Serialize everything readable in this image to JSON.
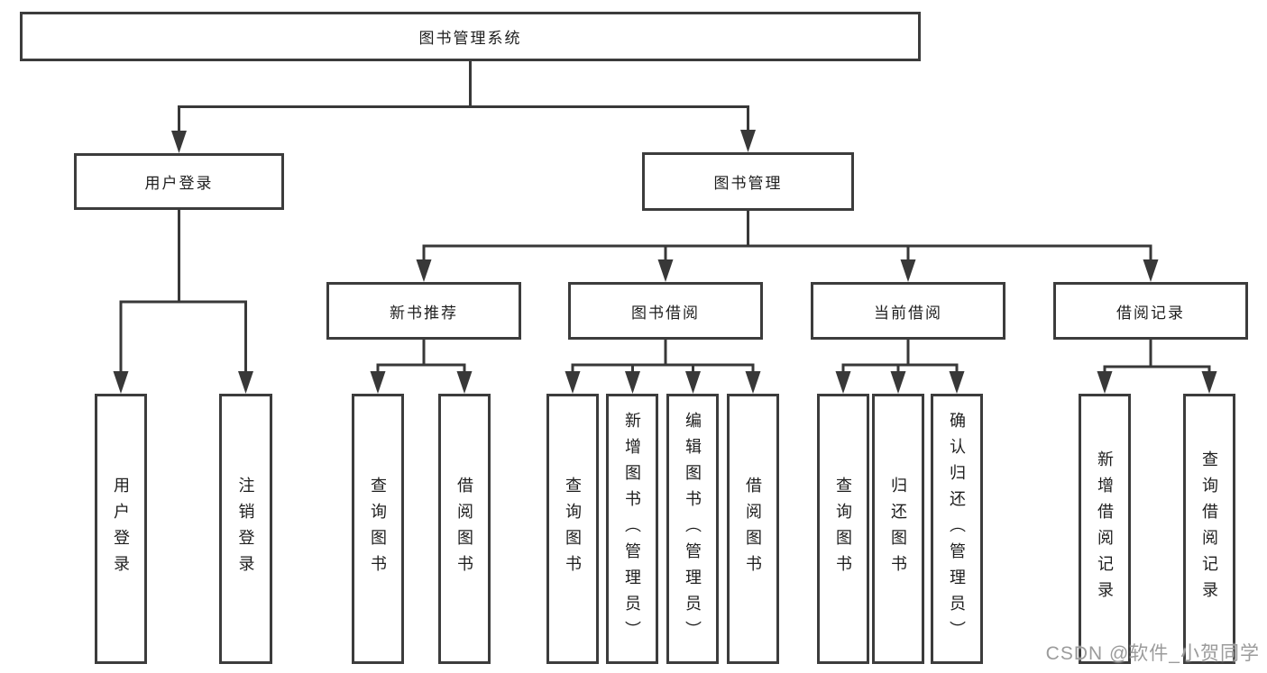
{
  "tree": {
    "root": {
      "label": "图书管理系统"
    },
    "branches": [
      {
        "label": "用户登录",
        "children": [
          {
            "label": "用户登录"
          },
          {
            "label": "注销登录"
          }
        ]
      },
      {
        "label": "图书管理",
        "children": [
          {
            "label": "新书推荐",
            "children": [
              {
                "label": "查询图书"
              },
              {
                "label": "借阅图书"
              }
            ]
          },
          {
            "label": "图书借阅",
            "children": [
              {
                "label": "查询图书"
              },
              {
                "label": "新增图书（管理员）"
              },
              {
                "label": "编辑图书（管理员）"
              },
              {
                "label": "借阅图书"
              }
            ]
          },
          {
            "label": "当前借阅",
            "children": [
              {
                "label": "查询图书"
              },
              {
                "label": "归还图书"
              },
              {
                "label": "确认归还（管理员）"
              }
            ]
          },
          {
            "label": "借阅记录",
            "children": [
              {
                "label": "新增借阅记录"
              },
              {
                "label": "查询借阅记录"
              }
            ]
          }
        ]
      }
    ]
  },
  "watermark": "CSDN @软件_小贺同学",
  "colors": {
    "line": "#383838",
    "box_border": "#3c3c3c",
    "text": "#1e1e1e",
    "watermark": "#9b9b9b",
    "background": "#ffffff"
  }
}
